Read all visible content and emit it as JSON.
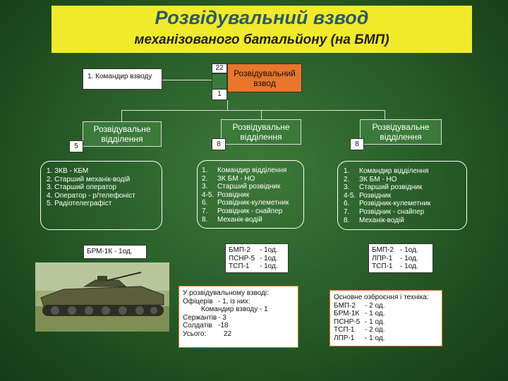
{
  "title": {
    "main": "Розвідувальний взвод",
    "subtitle": "механізованого батальйону (на БМП)"
  },
  "top": {
    "commander_label": "1. Командир взводу",
    "num_top": "22",
    "num_bottom": "1",
    "platoon_label": "Розвідувальний взвод"
  },
  "left": {
    "title": "Розвідувальне відділення",
    "num": "5",
    "items": [
      "1. ЗКВ - КБМ",
      "2. Старший механік-водій",
      "3. Старший оператор",
      "4. Оператор - р/телефоніст",
      "5. Радіотелеграфіст"
    ],
    "vehicle": "БРМ-1К - 1од."
  },
  "center": {
    "title": "Розвідувальне відділення",
    "num": "8",
    "items": [
      {
        "n": "1.",
        "t": "Командир відділення"
      },
      {
        "n": "2.",
        "t": "ЗК БМ - НО"
      },
      {
        "n": "3.",
        "t": "Старший розвідник"
      },
      {
        "n": "4-5.",
        "t": "Розвідник"
      },
      {
        "n": "6.",
        "t": "Розвідник-кулеметник"
      },
      {
        "n": "7.",
        "t": "Розвідник - снайпер"
      },
      {
        "n": "8.",
        "t": "Механік-водій"
      }
    ],
    "vehicles": [
      {
        "name": "БМП-2",
        "qty": "- 1од."
      },
      {
        "name": "ПСНР-5",
        "qty": "- 1од."
      },
      {
        "name": "ТСП-1",
        "qty": "- 1од."
      }
    ]
  },
  "right": {
    "title": "Розвідувальне відділення",
    "num": "8",
    "items": [
      {
        "n": "1.",
        "t": "Командир відділення"
      },
      {
        "n": "2.",
        "t": "ЗК БМ - НО"
      },
      {
        "n": "3.",
        "t": "Старший розвідник"
      },
      {
        "n": "4-5.",
        "t": "Розвідник"
      },
      {
        "n": "6.",
        "t": "Розвідник-кулеметник"
      },
      {
        "n": "7.",
        "t": "Розвідник - снайпер"
      },
      {
        "n": "8.",
        "t": "Механік-водій"
      }
    ],
    "vehicles": [
      {
        "name": "БМП-2",
        "qty": "- 1од."
      },
      {
        "name": "ЛПР-1",
        "qty": "- 1од."
      },
      {
        "name": "ТСП-1",
        "qty": "- 1од."
      }
    ]
  },
  "summary_personnel": {
    "heading": "У розвідувальному взводі:",
    "officers_label": "Офіцерів",
    "officers_value": "- 1, із них:",
    "commander_line": "Командир взводу - 1",
    "sergeants_label": "Сержантів",
    "sergeants_value": "- 3",
    "soldiers_label": "Солдатів",
    "soldiers_value": "-18",
    "total_label": "Усього:",
    "total_value": "22"
  },
  "summary_equipment": {
    "heading": "Основне озброєння і техніка:",
    "items": [
      {
        "name": "БМП-2",
        "qty": "- 2 од."
      },
      {
        "name": "БРМ-1К",
        "qty": "- 1 од."
      },
      {
        "name": "ПСНР-5",
        "qty": "- 1 од."
      },
      {
        "name": "ТСП-1",
        "qty": "- 2 од."
      },
      {
        "name": "ЛПР-1",
        "qty": "- 1 од."
      }
    ]
  },
  "colors": {
    "title_band": "#f0ea2a",
    "title_text": "#2b5a6a",
    "platoon_box": "#e8762b",
    "background": "#2a5e2a"
  }
}
